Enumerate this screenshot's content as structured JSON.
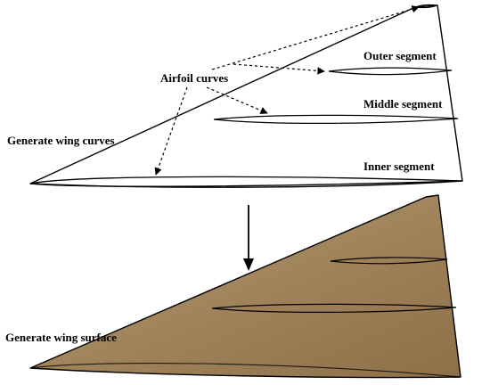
{
  "top_panel": {
    "step_label": "Generate wing curves",
    "pointer_label": "Airfoil curves",
    "segments": {
      "outer": "Outer segment",
      "middle": "Middle segment",
      "inner": "Inner segment"
    }
  },
  "bottom_panel": {
    "step_label": "Generate wing surface",
    "surface_color": "#a88a60"
  },
  "colors": {
    "outline": "#000000",
    "surface_light": "#b79e77",
    "surface_dark": "#8e7048",
    "background": "#ffffff"
  }
}
